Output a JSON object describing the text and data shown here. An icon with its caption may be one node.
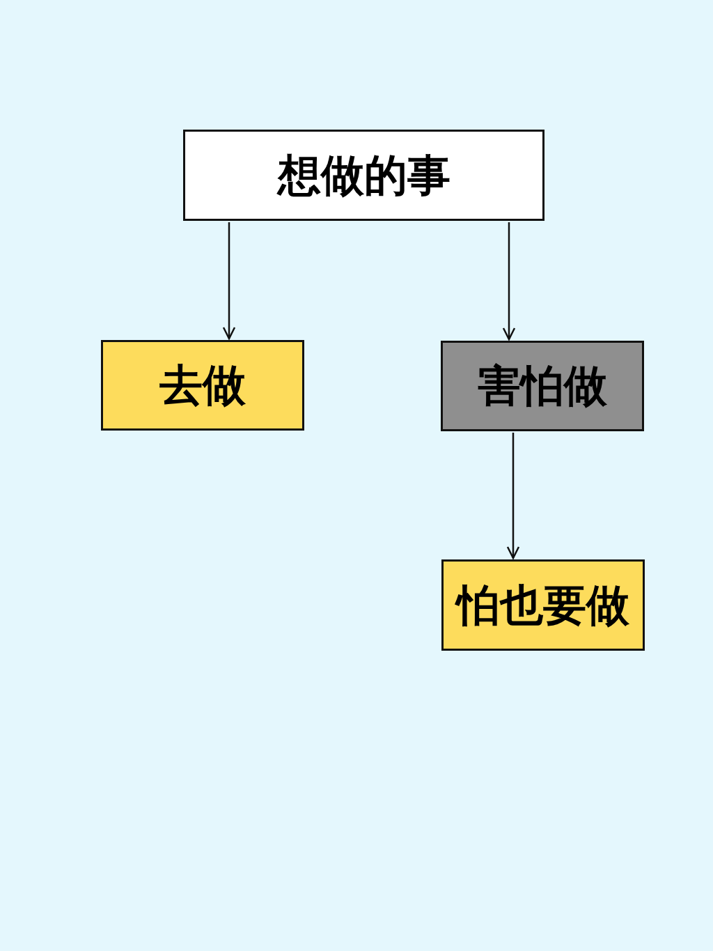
{
  "diagram": {
    "nodes": [
      {
        "text": [
          "想做的事"
        ]
      },
      {
        "text": [
          "去做"
        ]
      },
      {
        "text": [
          "害怕做"
        ]
      },
      {
        "text": [
          "怕也要做"
        ]
      }
    ],
    "edges": [
      {
        "from": 0,
        "to": 1,
        "arrow": "to"
      },
      {
        "from": 0,
        "to": 2,
        "arrow": "to"
      },
      {
        "from": 2,
        "to": 3,
        "arrow": "to"
      }
    ]
  }
}
